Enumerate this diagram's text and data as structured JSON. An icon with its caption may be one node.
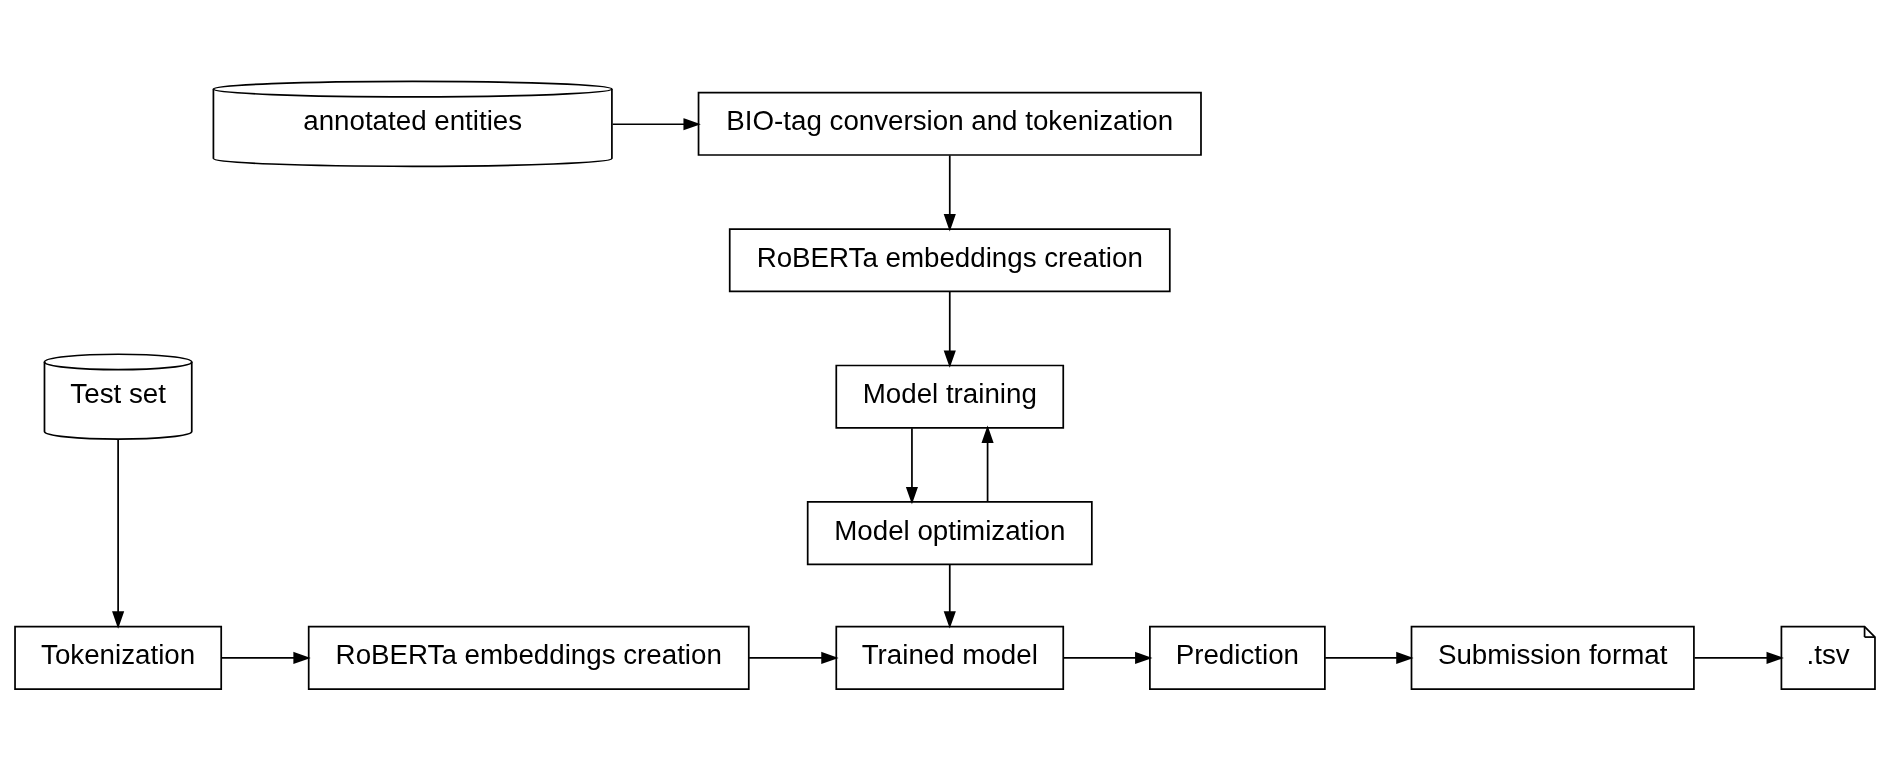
{
  "diagram": {
    "nodes": [
      {
        "text": [
          "annotated entities"
        ]
      },
      {
        "text": [
          "BIO-tag conversion and tokenization"
        ]
      },
      {
        "text": [
          "RoBERTa embeddings creation"
        ]
      },
      {
        "text": [
          "Model training"
        ]
      },
      {
        "text": [
          "Model optimization"
        ]
      },
      {
        "text": [
          "Test set"
        ]
      },
      {
        "text": [
          "Tokenization"
        ]
      },
      {
        "text": [
          "RoBERTa embeddings creation"
        ]
      },
      {
        "text": [
          "Trained model"
        ]
      },
      {
        "text": [
          "Prediction"
        ]
      },
      {
        "text": [
          "Submission format"
        ]
      },
      {
        "text": [
          ".tsv"
        ]
      }
    ],
    "edges": [
      {
        "from": 0,
        "to": 1,
        "arrow": "to"
      },
      {
        "from": 1,
        "to": 2,
        "arrow": "to"
      },
      {
        "from": 2,
        "to": 3,
        "arrow": "to"
      },
      {
        "from": 3,
        "to": 4,
        "arrow": "to"
      },
      {
        "from": 4,
        "to": 3,
        "arrow": "to"
      },
      {
        "from": 4,
        "to": 8,
        "arrow": "to"
      },
      {
        "from": 5,
        "to": 6,
        "arrow": "to"
      },
      {
        "from": 6,
        "to": 7,
        "arrow": "to"
      },
      {
        "from": 7,
        "to": 8,
        "arrow": "to"
      },
      {
        "from": 8,
        "to": 9,
        "arrow": "to"
      },
      {
        "from": 9,
        "to": 10,
        "arrow": "to"
      },
      {
        "from": 10,
        "to": 11,
        "arrow": "to"
      }
    ]
  }
}
